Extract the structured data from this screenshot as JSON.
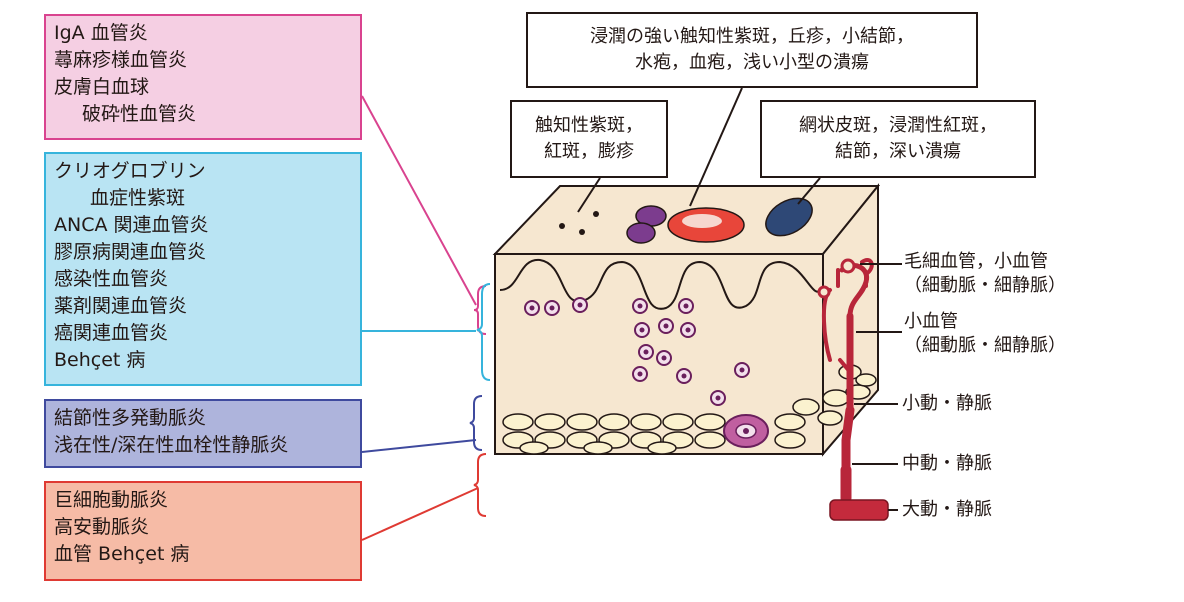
{
  "categories": {
    "pink": {
      "color": "#d9438f",
      "lines": [
        "IgA 血管炎",
        "蕁麻疹様血管炎",
        "皮膚白血球",
        "破砕性血管炎"
      ]
    },
    "cyan": {
      "color": "#36b4dc",
      "lines": [
        "クリオグロブリン",
        "血症性紫斑",
        "ANCA 関連血管炎",
        "膠原病関連血管炎",
        "感染性血管炎",
        "薬剤関連血管炎",
        "癌関連血管炎",
        "Behçet 病"
      ]
    },
    "blue": {
      "color": "#3f4a9e",
      "lines": [
        "結節性多発動脈炎",
        "浅在性/深在性血栓性静脈炎"
      ]
    },
    "red": {
      "color": "#df3a33",
      "lines": [
        "巨細胞動脈炎",
        "高安動脈炎",
        "血管 Behçet 病"
      ]
    }
  },
  "callouts": {
    "top": [
      "浸潤の強い触知性紫斑，丘疹，小結節，",
      "水疱，血疱，浅い小型の潰瘍"
    ],
    "left": [
      "触知性紫斑，",
      "紅斑，膨疹"
    ],
    "right": [
      "網状皮斑，浸潤性紅斑，",
      "結節，深い潰瘍"
    ]
  },
  "vessels": {
    "capillary": [
      "毛細血管，小血管",
      "（細動脈・細静脈）"
    ],
    "small": [
      "小血管",
      "（細動脈・細静脈）"
    ],
    "small_artery_vein": "小動・静脈",
    "medium": "中動・静脈",
    "large": "大動・静脈"
  }
}
